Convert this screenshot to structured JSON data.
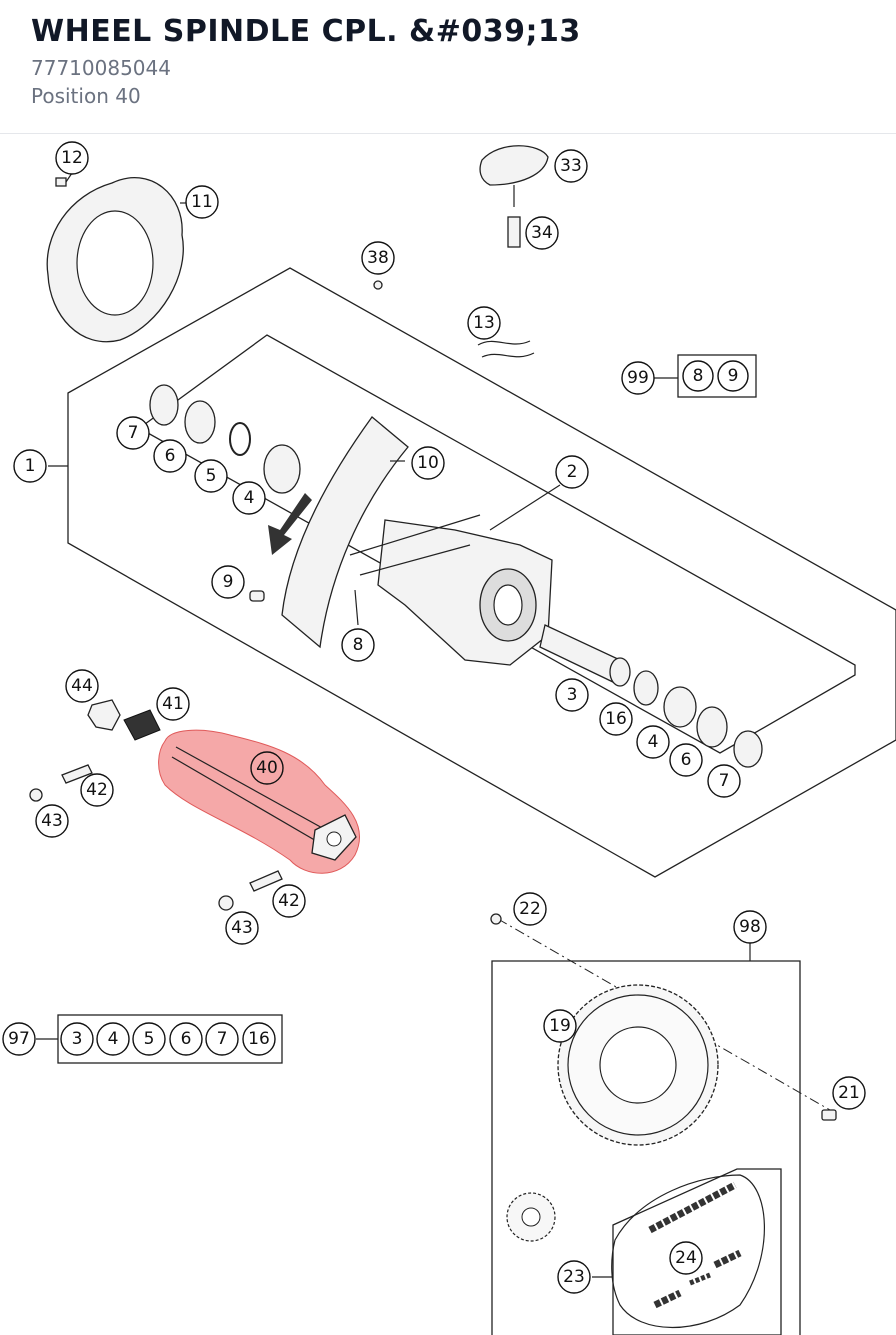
{
  "header": {
    "title": "WHEEL SPINDLE CPL. &#039;13",
    "part_number": "77710085044",
    "position": "Position 40"
  },
  "highlight": {
    "color": "#f28b8b",
    "stroke": "#e05a5a",
    "callout": "40"
  },
  "callouts": {
    "c1": "1",
    "c2": "2",
    "c3": "3",
    "c4a": "4",
    "c4b": "4",
    "c5": "5",
    "c6a": "6",
    "c6b": "6",
    "c7a": "7",
    "c7b": "7",
    "c8": "8",
    "c9": "9",
    "c10": "10",
    "c11": "11",
    "c12": "12",
    "c13": "13",
    "c16": "16",
    "c19": "19",
    "c21": "21",
    "c22": "22",
    "c23": "23",
    "c24": "24",
    "c33": "33",
    "c34": "34",
    "c38": "38",
    "c40": "40",
    "c41": "41",
    "c42a": "42",
    "c42b": "42",
    "c43a": "43",
    "c43b": "43",
    "c44": "44",
    "c98": "98"
  },
  "kit_99": {
    "label": "99",
    "items": [
      "8",
      "9"
    ]
  },
  "kit_97": {
    "label": "97",
    "items": [
      "3",
      "4",
      "5",
      "6",
      "7",
      "16"
    ]
  }
}
